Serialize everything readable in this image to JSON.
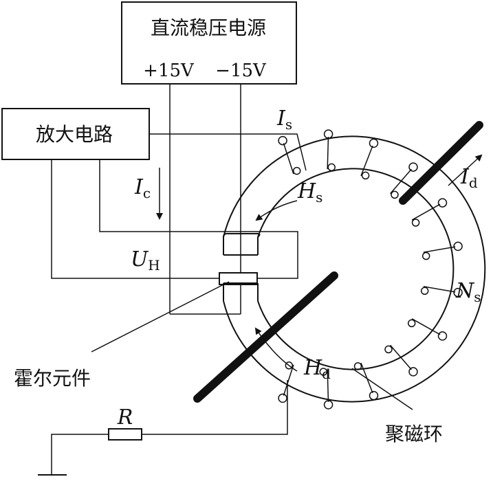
{
  "labels": {
    "power_supply": "直流稳压电源",
    "plus_voltage": "+15V",
    "minus_voltage": "−15V",
    "amplifier": "放大电路",
    "hall_element": "霍尔元件",
    "core": "聚磁环",
    "resistor": "R"
  },
  "symbols": {
    "Is": {
      "main": "I",
      "sub": "s"
    },
    "Ic": {
      "main": "I",
      "sub": "c"
    },
    "Id": {
      "main": "I",
      "sub": "d"
    },
    "Hs": {
      "main": "H",
      "sub": "s"
    },
    "Hd": {
      "main": "H",
      "sub": "d"
    },
    "UH": {
      "main": "U",
      "sub": "H"
    },
    "Ns": {
      "main": "N",
      "sub": "s"
    }
  }
}
